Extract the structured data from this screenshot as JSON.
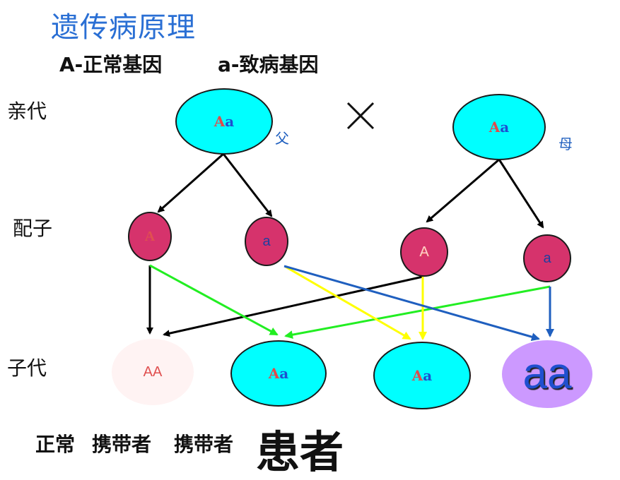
{
  "title": "遗传病原理",
  "legend": {
    "dominant": "A-正常基因",
    "recessive": "a-致病基因"
  },
  "generations": {
    "parents": "亲代",
    "gametes": "配子",
    "offspring": "子代"
  },
  "parents": {
    "father": {
      "genotype_A": "A",
      "genotype_a": "a",
      "label": "父"
    },
    "mother": {
      "genotype_A": "A",
      "genotype_a": "a",
      "label": "母"
    }
  },
  "gametes": {
    "f1": "A",
    "f2": "a",
    "m1": "A",
    "m2": "a"
  },
  "offspring": {
    "c1": "AA",
    "c2_A": "A",
    "c2_a": "a",
    "c3_A": "A",
    "c3_a": "a",
    "c4": "aa"
  },
  "phenotypes": {
    "p1": "正常",
    "p2": "携带者",
    "p3": "携带者",
    "p4": "患者"
  },
  "colors": {
    "cyan": "#00ffff",
    "gamete": "#d6336c",
    "green": "#22ee22",
    "yellow": "#ffff00",
    "blue": "#1f5fbf",
    "black": "#000000",
    "normal_child": "#fff3f3",
    "patient_child": "#cc99ff"
  }
}
